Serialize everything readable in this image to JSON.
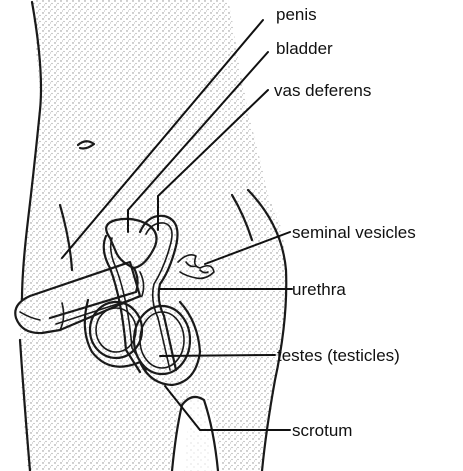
{
  "diagram": {
    "labels": {
      "penis": "penis",
      "bladder": "bladder",
      "vas_deferens": "vas deferens",
      "seminal_vesicles": "seminal vesicles",
      "urethra": "urethra",
      "testes": "testes (testicles)",
      "scrotum": "scrotum"
    },
    "colors": {
      "ink": "#1a1a1a",
      "stipple": "#9a9a9a",
      "background": "#ffffff"
    }
  }
}
